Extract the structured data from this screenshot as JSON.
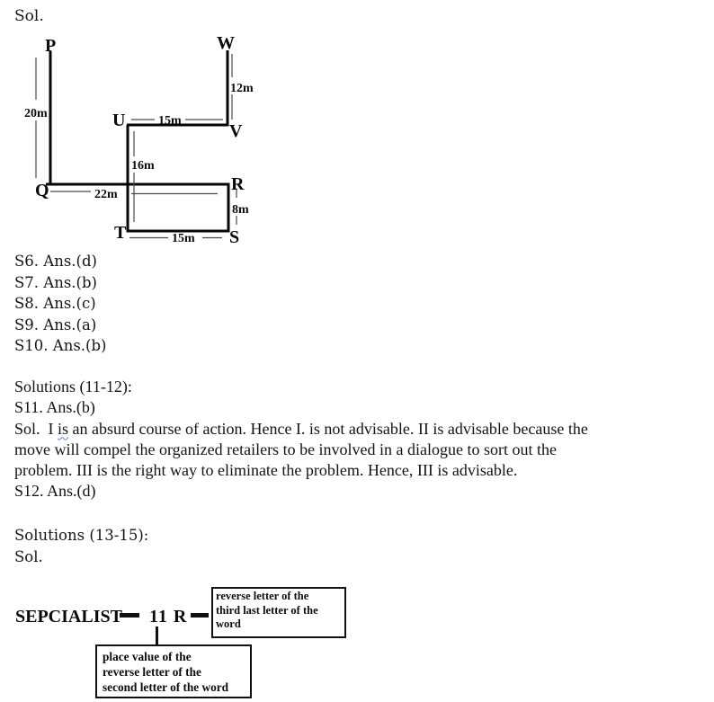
{
  "top": {
    "sol_label": "Sol."
  },
  "diagram1": {
    "nodes": {
      "p": "P",
      "w": "W",
      "u": "U",
      "v": "V",
      "q": "Q",
      "r": "R",
      "t": "T",
      "s": "S"
    },
    "measurements": {
      "pq": "20m",
      "wv": "12m",
      "uv": "15m",
      "ut": "16m",
      "qr": "22m",
      "rs": "8m",
      "ts": "15m"
    }
  },
  "answers": [
    "S6. Ans.(d)",
    "S7. Ans.(b)",
    "S8. Ans.(c)",
    "S9. Ans.(a)",
    "S10. Ans.(b)"
  ],
  "solutions_11_12": {
    "heading": "Solutions (11-12):",
    "s11": "S11. Ans.(b)",
    "para_line1_pre": "Sol.  I ",
    "para_misspelled": "is",
    "para_line1_post": " an absurd course of action. Hence I. is not advisable. II is advisable because the",
    "para_line2": "move will compel the organized retailers to be involved in a dialogue to sort out the",
    "para_line3": "problem. III is the right way to eliminate the problem. Hence, III is advisable.",
    "s12": "S12. Ans.(d)"
  },
  "solutions_13_15": {
    "heading": "Solutions (13-15):",
    "sol_label": "Sol.",
    "word": "SEPCIALIST",
    "value": "11 R",
    "box_right_lines": [
      "reverse letter of the",
      "third last letter of the",
      "word"
    ],
    "box_bottom_lines": [
      "place value of the",
      "reverse letter of the",
      "second letter of the word"
    ]
  },
  "colors": {
    "ink": "#111111",
    "squiggle": "#5b7fe0"
  }
}
